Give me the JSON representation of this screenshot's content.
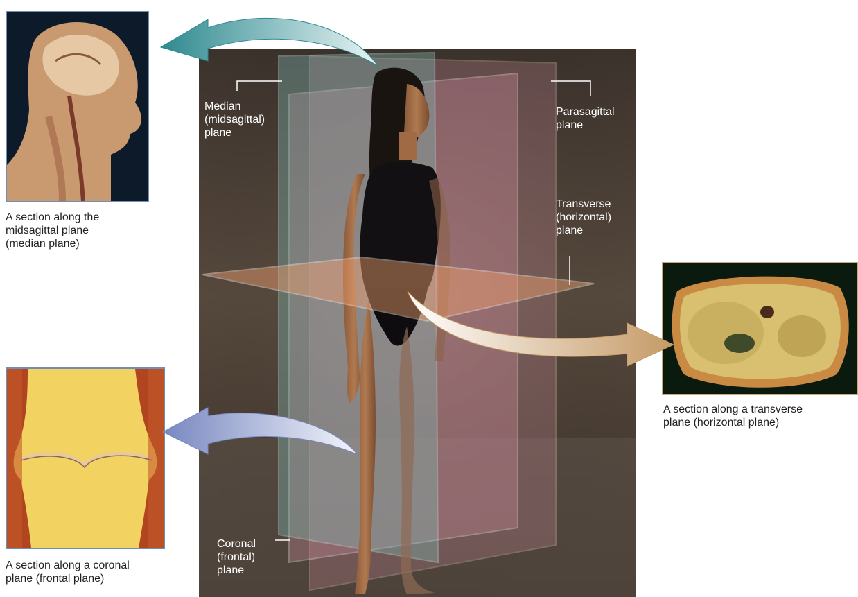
{
  "labels": {
    "median": [
      "Median",
      "(midsagittal)",
      "plane"
    ],
    "parasagittal": [
      "Parasagittal",
      "plane"
    ],
    "transverse": [
      "Transverse",
      "(horizontal)",
      "plane"
    ],
    "coronal": [
      "Coronal",
      "(frontal)",
      "plane"
    ]
  },
  "captions": {
    "midsagittal": [
      "A section along the",
      "midsagittal plane",
      "(median plane)"
    ],
    "transverse": [
      "A section along a transverse",
      "plane (horizontal plane)"
    ],
    "coronal": [
      "A section along a coronal",
      "plane (frontal plane)"
    ]
  },
  "colors": {
    "median_plane": "#c98a9a",
    "parasagittal_plane": "#c98a9a",
    "coronal_plane": "#7fb6b0",
    "transverse_plane": "#f0a070",
    "arrow_teal": "#3a8f95",
    "arrow_tan": "#c8a070",
    "arrow_blue": "#7f8fc4",
    "frame_blue": "#6f8fb6",
    "frame_tan": "#c8aa7a"
  }
}
